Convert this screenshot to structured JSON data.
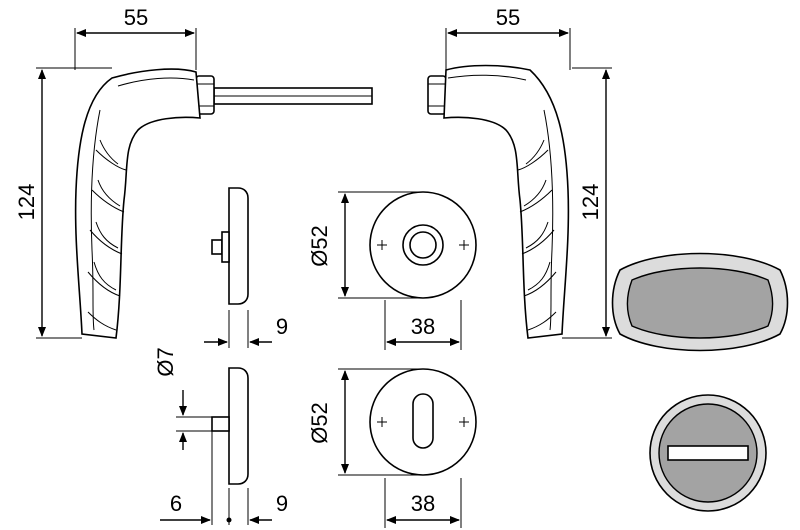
{
  "dimensions": {
    "left_handle_width": "55",
    "right_handle_width": "55",
    "left_handle_height": "124",
    "right_handle_height": "124",
    "rose_diameter": "Ø52",
    "rose_width": "38",
    "rose_thickness": "9",
    "escutcheon_diameter": "Ø52",
    "escutcheon_width": "38",
    "escutcheon_thickness": "9",
    "spindle_diameter": "Ø7",
    "spindle_offset": "6"
  },
  "swatch_colors": {
    "finish_outer": "#dcdcdc",
    "finish_inner": "#a3a3a3"
  }
}
